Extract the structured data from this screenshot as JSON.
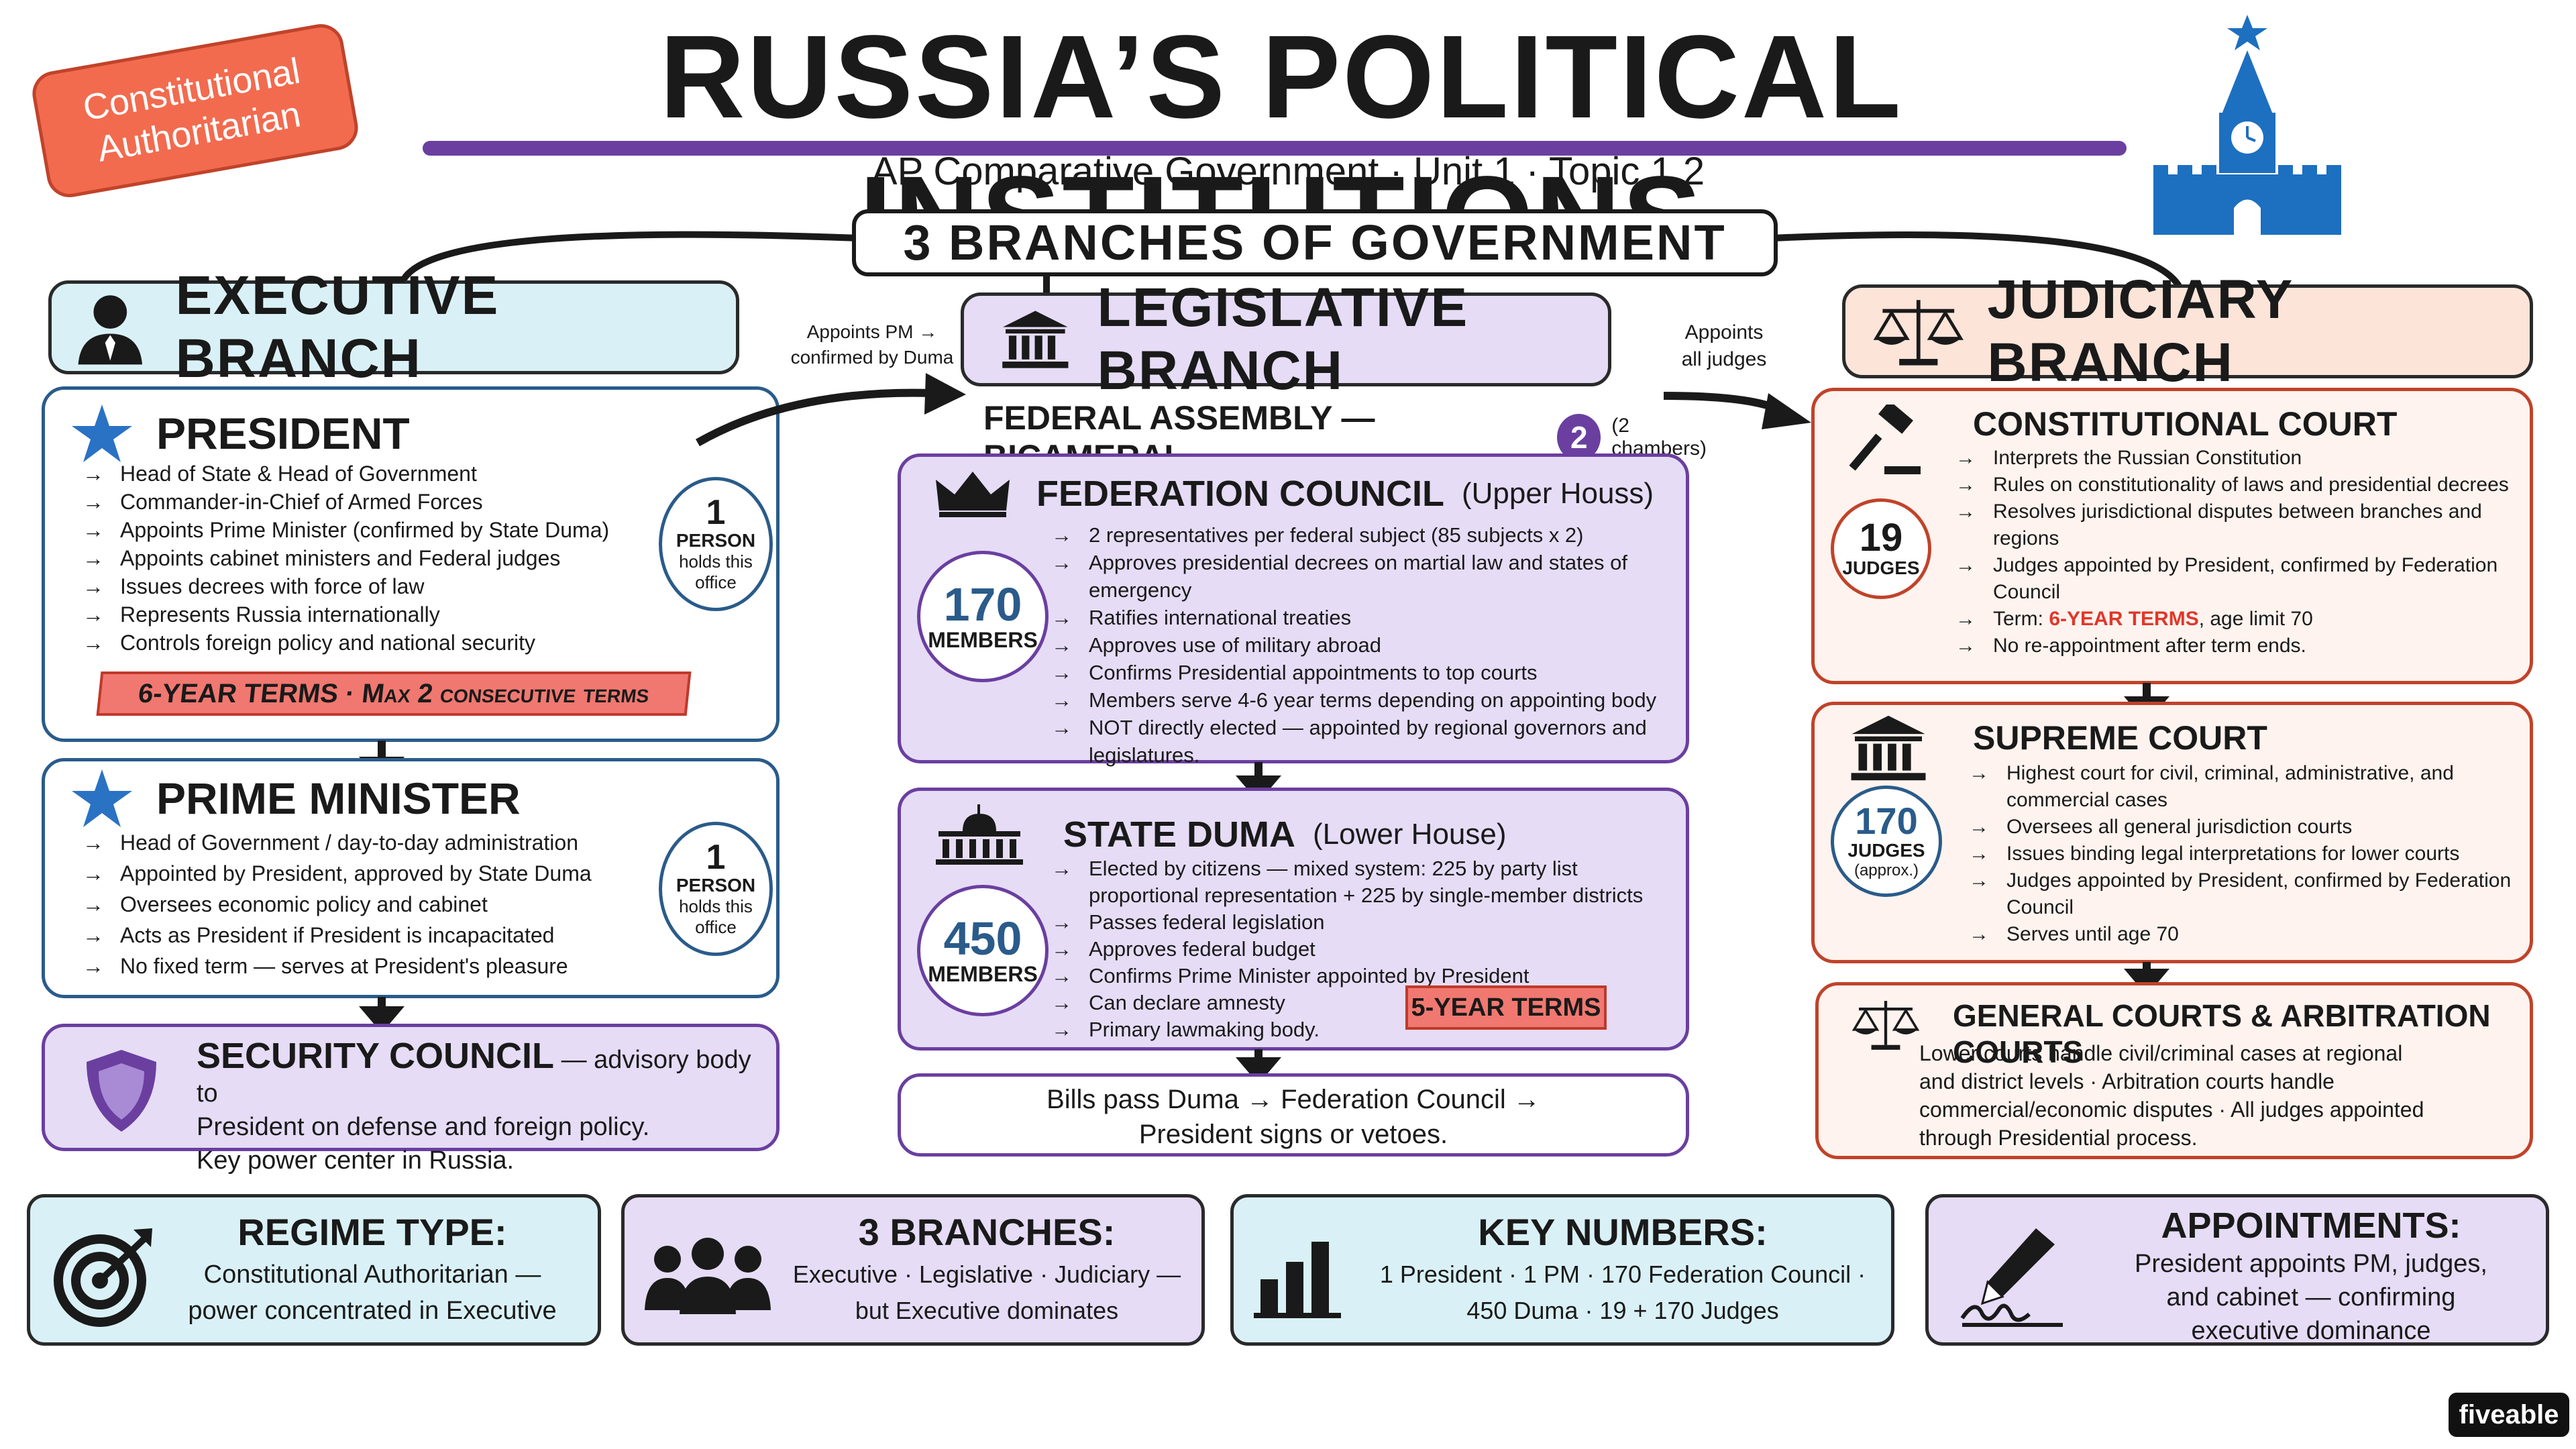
{
  "badge": {
    "line1": "Constitutional",
    "line2": "Authoritarian"
  },
  "title": "RUSSIA’S POLITICAL INSTITUTIONS",
  "subtitle": "AP Comparative Government · Unit 1 · Topic 1.2",
  "branches_banner": "3 BRANCHES OF GOVERNMENT",
  "colors": {
    "executive": "#d9f1f6",
    "legislative": "#e6dcf6",
    "judiciary": "#fce4d9",
    "accent_red": "#f07870",
    "purple": "#6a3fa0",
    "blue": "#2a72c4"
  },
  "executive": {
    "header": "EXECUTIVE BRANCH",
    "president": {
      "title": "PRESIDENT",
      "items": [
        "Head of State & Head of Government",
        "Commander-in-Chief of Armed Forces",
        "Appoints Prime Minister (confirmed by State Duma)",
        "Appoints cabinet ministers and Federal judges",
        "Issues decrees with force of law",
        "Represents Russia internationally",
        "Controls foreign policy and national security"
      ],
      "badge_num": "1",
      "badge_l1": "PERSON",
      "badge_l2": "holds this",
      "badge_l3": "office",
      "terms": "6-YEAR TERMS · Max 2 consecutive terms"
    },
    "pm": {
      "title": "PRIME MINISTER",
      "items": [
        "Head of Government / day-to-day administration",
        "Appointed by President, approved by State Duma",
        "Oversees economic policy and cabinet",
        "Acts as President if President is incapacitated",
        "No fixed term — serves at President's pleasure"
      ],
      "badge_num": "1",
      "badge_l1": "PERSON",
      "badge_l2": "holds this",
      "badge_l3": "office"
    },
    "security": {
      "title": "SECURITY COUNCIL",
      "text1": " — advisory body to",
      "text2": "President on defense and foreign policy.",
      "text3": "Key power center in Russia."
    }
  },
  "arrows": {
    "exec_to_leg_1": "Appoints PM →",
    "exec_to_leg_2": "confirmed by Duma",
    "leg_to_jud_1": "Appoints",
    "leg_to_jud_2": "all judges"
  },
  "legislative": {
    "header": "LEGISLATIVE BRANCH",
    "assembly": "FEDERAL ASSEMBLY — BICAMERAL",
    "chambers_num": "2",
    "chambers_text": "(2 chambers)",
    "council": {
      "title": "FEDERATION COUNCIL",
      "sub": "(Upper Houss)",
      "num": "170",
      "num_label": "MEMBERS",
      "items": [
        "2 representatives per federal subject (85 subjects x 2)",
        "Approves presidential decrees on martial law and states of emergency",
        "Ratifies international treaties",
        "Approves use of military abroad",
        "Confirms Presidential appointments to top courts",
        "Members serve 4-6 year terms depending on appointing body",
        "NOT directly elected — appointed by regional governors and legislatures."
      ]
    },
    "duma": {
      "title": "STATE DUMA",
      "sub": "(Lower House)",
      "num": "450",
      "num_label": "MEMBERS",
      "items": [
        "Elected by citizens — mixed system: 225 by party list proportional representation + 225 by single-member districts",
        "Passes federal legislation",
        "Approves federal budget",
        "Confirms Prime Minister appointed by President",
        "Can declare amnesty",
        "Primary lawmaking body."
      ],
      "terms": "5-YEAR TERMS"
    },
    "bills_1": "Bills pass Duma → Federation Council →",
    "bills_2": "President signs or vetoes."
  },
  "judiciary": {
    "header": "JUDICIARY BRANCH",
    "constitutional": {
      "title": "CONSTITUTIONAL COURT",
      "num": "19",
      "num_label": "JUDGES",
      "items": [
        "Interprets the Russian Constitution",
        "Rules on constitutionality of laws and presidential decrees",
        "Resolves jurisdictional disputes between branches and regions",
        "Judges appointed by President, confirmed by Federation Council"
      ],
      "term_pre": "Term: ",
      "term_red": "6-YEAR TERMS",
      "term_post": ", age limit 70",
      "last": "No re-appointment after term ends."
    },
    "supreme": {
      "title": "SUPREME COURT",
      "num": "170",
      "num_label": "JUDGES",
      "num_note": "(approx.)",
      "items": [
        "Highest court for civil, criminal, administrative, and commercial cases",
        "Oversees all general jurisdiction courts",
        "Issues binding legal interpretations for lower courts",
        "Judges appointed by President, confirmed by Federation Council",
        "Serves until age 70"
      ]
    },
    "general": {
      "title": "GENERAL COURTS & ARBITRATION COURTS",
      "l1": "Lower courts handle civil/criminal cases at regional",
      "l2": "and district levels · Arbitration courts handle",
      "l3": "commercial/economic disputes · All judges appointed",
      "l4": "through Presidential process."
    }
  },
  "footer": [
    {
      "title": "REGIME TYPE:",
      "l1": "Constitutional Authoritarian —",
      "l2": "power concentrated in Executive",
      "icon": "target-icon"
    },
    {
      "title": "3 BRANCHES:",
      "l1": "Executive · Legislative · Judiciary —",
      "l2": "but Executive dominates",
      "icon": "people-icon"
    },
    {
      "title": "KEY NUMBERS:",
      "l1": "1 President · 1 PM · 170 Federation Council ·",
      "l2": "450 Duma · 19 + 170 Judges",
      "icon": "bar-chart-icon"
    },
    {
      "title": "APPOINTMENTS:",
      "l1": "President appoints PM, judges,",
      "l2": "and cabinet — confirming",
      "l3": "executive dominance",
      "icon": "pen-signature-icon"
    }
  ],
  "brand": "fiveable"
}
